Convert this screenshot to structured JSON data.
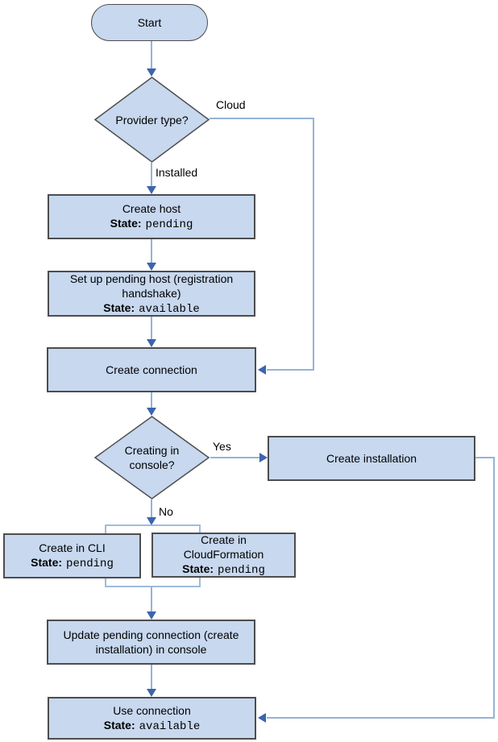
{
  "diagram": {
    "nodes": {
      "start": {
        "label": "Start"
      },
      "provider_type": {
        "label": "Provider type?"
      },
      "create_host": {
        "title": "Create host",
        "state_label": "State:",
        "state_value": "pending"
      },
      "setup_host": {
        "line1": "Set up pending host (registration",
        "line2": "handshake)",
        "state_label": "State:",
        "state_value": "available"
      },
      "create_connection": {
        "title": "Create connection"
      },
      "creating_in_console": {
        "line1": "Creating in",
        "line2": "console?"
      },
      "create_installation": {
        "title": "Create installation"
      },
      "create_cli": {
        "title": "Create in CLI",
        "state_label": "State:",
        "state_value": "pending"
      },
      "create_cloudformation": {
        "line1": "Create in",
        "line2": "CloudFormation",
        "state_label": "State:",
        "state_value": "pending"
      },
      "update_connection": {
        "line1": "Update pending connection (create",
        "line2": "installation) in console"
      },
      "use_connection": {
        "title": "Use connection",
        "state_label": "State:",
        "state_value": "available"
      }
    },
    "edge_labels": {
      "cloud": "Cloud",
      "installed": "Installed",
      "yes": "Yes",
      "no": "No"
    },
    "colors": {
      "node_fill": "#c7d8ef",
      "node_border": "#4d4d4d",
      "line": "#95b3d7",
      "bracket": "#9fbbdd",
      "arrowhead": "#3d64ad"
    }
  }
}
